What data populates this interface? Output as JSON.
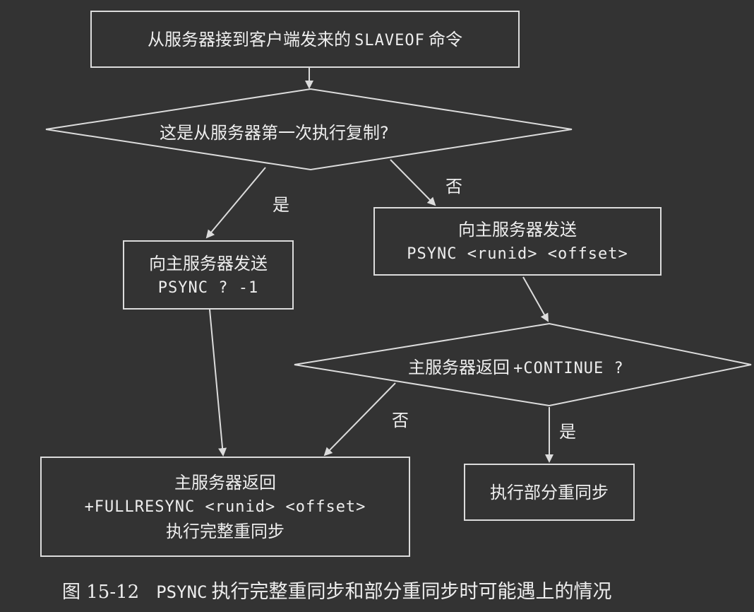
{
  "nodes": {
    "start": {
      "text_cn": "从服务器接到客户端发来的",
      "text_code": "SLAVEOF",
      "text_cn_end": "命令"
    },
    "first_replication": {
      "text": "这是从服务器第一次执行复制?"
    },
    "send_full": {
      "line1": "向主服务器发送",
      "line2": "PSYNC ? -1"
    },
    "send_partial": {
      "line1": "向主服务器发送",
      "line2": "PSYNC <runid> <offset>"
    },
    "continue_check": {
      "text_cn": "主服务器返回",
      "text_code": "+CONTINUE ?"
    },
    "full_resync": {
      "line1": "主服务器返回",
      "line2": "+FULLRESYNC <runid> <offset>",
      "line3": "执行完整重同步"
    },
    "partial_resync": {
      "line1": "执行部分重同步"
    }
  },
  "edges": {
    "first_yes": "是",
    "first_no": "否",
    "continue_no": "否",
    "continue_yes": "是"
  },
  "caption": {
    "figure_number": "图 15-12",
    "code": "PSYNC",
    "text": "执行完整重同步和部分重同步时可能遇上的情况"
  },
  "colors": {
    "background": "#333333",
    "stroke": "#dcdcdc",
    "text": "#eeeeee"
  }
}
